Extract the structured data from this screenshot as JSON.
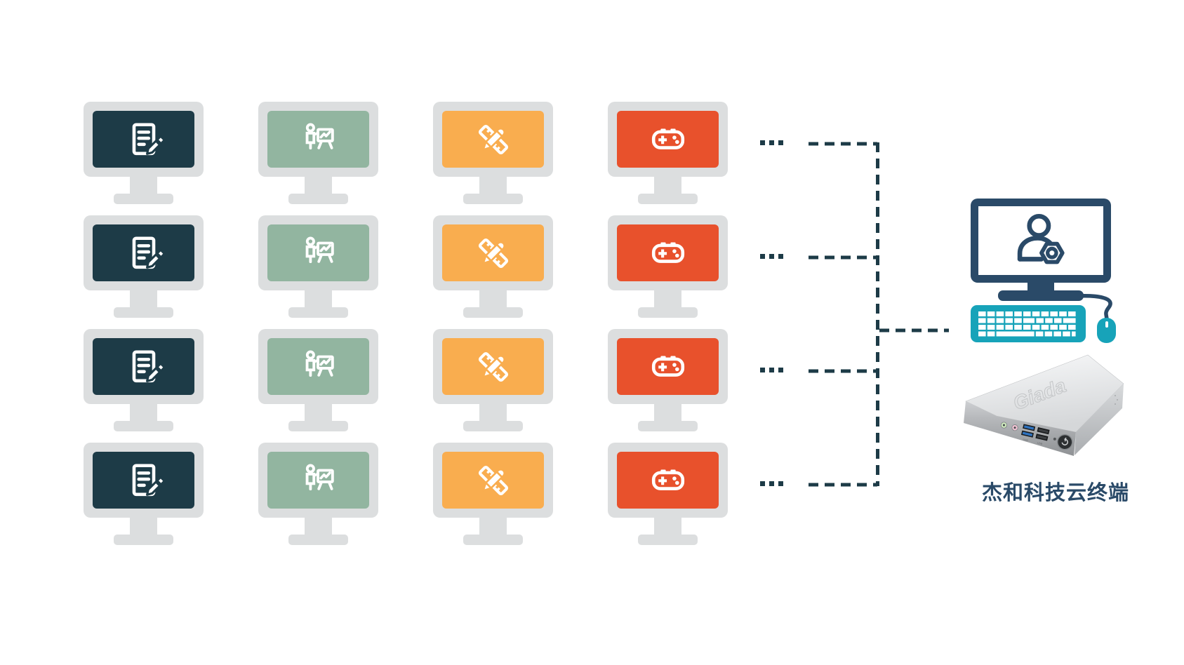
{
  "diagram": {
    "caption": "杰和科技云终端",
    "rows": 4,
    "row_ellipsis": "...",
    "monitor_columns": [
      {
        "id": "document",
        "icon": "document-edit-icon",
        "screen_color": "#1d3b47"
      },
      {
        "id": "presentation",
        "icon": "presentation-chart-icon",
        "screen_color": "#92b5a0"
      },
      {
        "id": "design",
        "icon": "ruler-pencil-icon",
        "screen_color": "#f9ad4f"
      },
      {
        "id": "gaming",
        "icon": "gamepad-icon",
        "screen_color": "#e8512c"
      }
    ],
    "admin_terminal": {
      "screen_icon": "user-settings-icon",
      "peripherals": [
        "keyboard",
        "mouse"
      ]
    },
    "device": {
      "embossed_logo": "Giada",
      "port_labels": [
        "USB",
        "USB"
      ]
    },
    "colors": {
      "bezel": "#dcdedf",
      "line": "#1d3b47",
      "navy": "#2a4a68",
      "teal": "#17a3b9",
      "caption-color": "#2a4a68"
    }
  }
}
